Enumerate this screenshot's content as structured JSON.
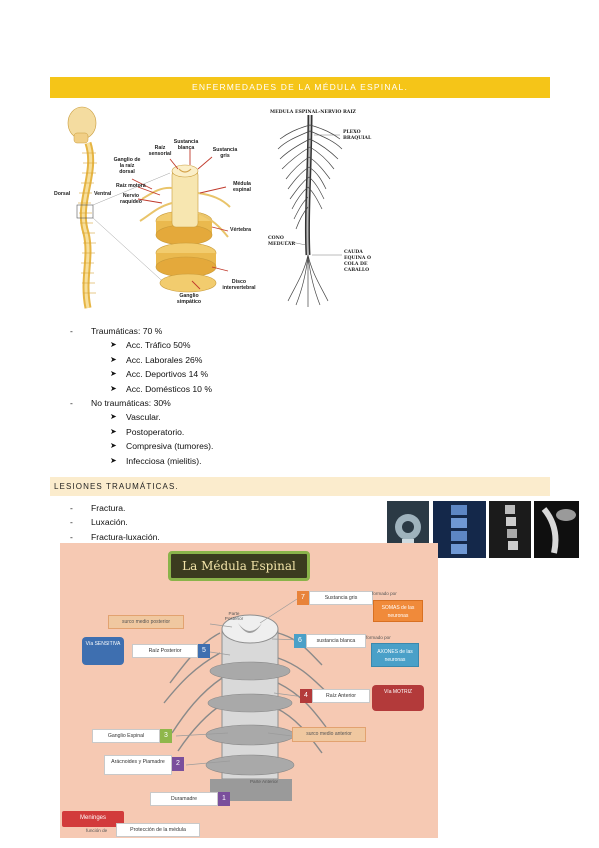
{
  "banner_main": "ENFERMEDADES DE LA MÉDULA ESPINAL.",
  "figure_left": {
    "labels": {
      "sustancia_blanca": "Sustancia blanca",
      "raiz_sensorial": "Raíz sensorial",
      "sustancia_gris": "Sustancia gris",
      "ganglio_raiz_dorsal": "Ganglio de la raíz dorsal",
      "dorsal": "Dorsal",
      "ventral": "Ventral",
      "raiz_motora": "Raíz motora",
      "nervio_raquideo": "Nervio raquídeo",
      "medula_espinal": "Médula espinal",
      "vertebra": "Vértebra",
      "disco_intervertebral": "Disco intervertebral",
      "ganglio_simpatico": "Ganglio simpático"
    }
  },
  "figure_right": {
    "labels": {
      "title": "MEDULA ESPINAL-NERVIO RAIZ",
      "plexo_braquial": "PLEXO BRAQUIAL",
      "cono_medular": "CONO MEDULAR",
      "cauda_equina": "CAUDA EQUINA O COLA DE CABALLO"
    }
  },
  "list_causes": {
    "traumaticas": "Traumáticas: 70 %",
    "traumaticas_items": [
      "Acc. Tráfico 50%",
      "Acc. Laborales 26%",
      "Acc. Deportivos 14 %",
      "Acc. Domésticos 10 %"
    ],
    "no_traumaticas": "No traumáticas: 30%",
    "no_traumaticas_items": [
      "Vascular.",
      "Postoperatorio.",
      "Compresiva (tumores).",
      "Infecciosa (mielitis)."
    ]
  },
  "banner_lesiones": "LESIONES TRAUMÁTICAS.",
  "list_lesiones": [
    "Fractura.",
    "Luxación.",
    "Fractura-luxación."
  ],
  "infographic": {
    "title": "La Médula Espinal",
    "parte_posterior": "Parte Posterior",
    "parte_anterior": "Parte Anterior",
    "surco_posterior": "surco medio posterior",
    "surco_anterior": "surco medio anterior",
    "via_sensitiva": "Vía SENSITIVA",
    "via_motriz": "Vía MOTRIZ",
    "raiz_posterior": "Raíz Posterior",
    "raiz_anterior": "Raíz Anterior",
    "sustancia_gris": "Sustancia gris",
    "sustancia_blanca": "sustancia blanca",
    "formado_por_1": "formado por",
    "formado_por_2": "formado por",
    "somas": "SOMAS de las neuronas",
    "axones": "AXONES de las neuronas",
    "ganglio_espinal": "Ganglio Espinal",
    "aracnoides": "Arácnoides y Piamadre",
    "duramadre": "Duramadre",
    "meninges": "Meninges",
    "funcion_de": "función de",
    "proteccion": "Protección de la médula",
    "numbers": {
      "n1": "1",
      "n2": "2",
      "n3": "3",
      "n4": "4",
      "n5": "5",
      "n6": "6",
      "n7": "7"
    },
    "colors": {
      "n1": "#7a4f9c",
      "n2": "#7a4f9c",
      "n3": "#8fb74b",
      "n4": "#b33a3a",
      "n5": "#3e6fb0",
      "n6": "#4aa0c8",
      "n7": "#e8833a"
    }
  },
  "colors": {
    "banner": "#f5c518",
    "banner_light": "#fbeccd",
    "infographic_bg": "#f6c9b3"
  }
}
